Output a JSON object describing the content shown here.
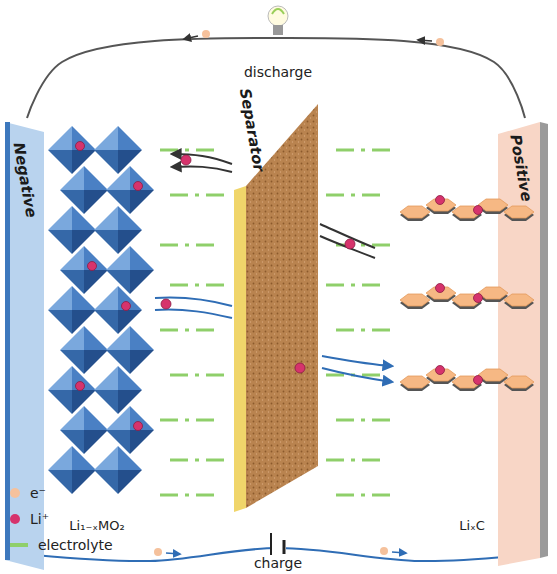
{
  "diagram": {
    "nodes": [
      {
        "text": [
          "Negative",
          "Li₁₋ₓMO₂"
        ]
      },
      {
        "text": [
          "Separator"
        ]
      },
      {
        "text": [
          "Positive",
          "LiₓC"
        ]
      }
    ],
    "edges": [
      {
        "from": 0,
        "to": 2,
        "arrow": "none",
        "label": "discharge"
      },
      {
        "from": 0,
        "to": 2,
        "arrow": "none",
        "label": "charge"
      }
    ],
    "legend": [
      {
        "text": "e⁻",
        "color": "#f5c19c"
      },
      {
        "text": "Li⁺",
        "color": "#d6336c"
      },
      {
        "text": "electrolyte",
        "color": "#8fcf6a"
      }
    ]
  }
}
